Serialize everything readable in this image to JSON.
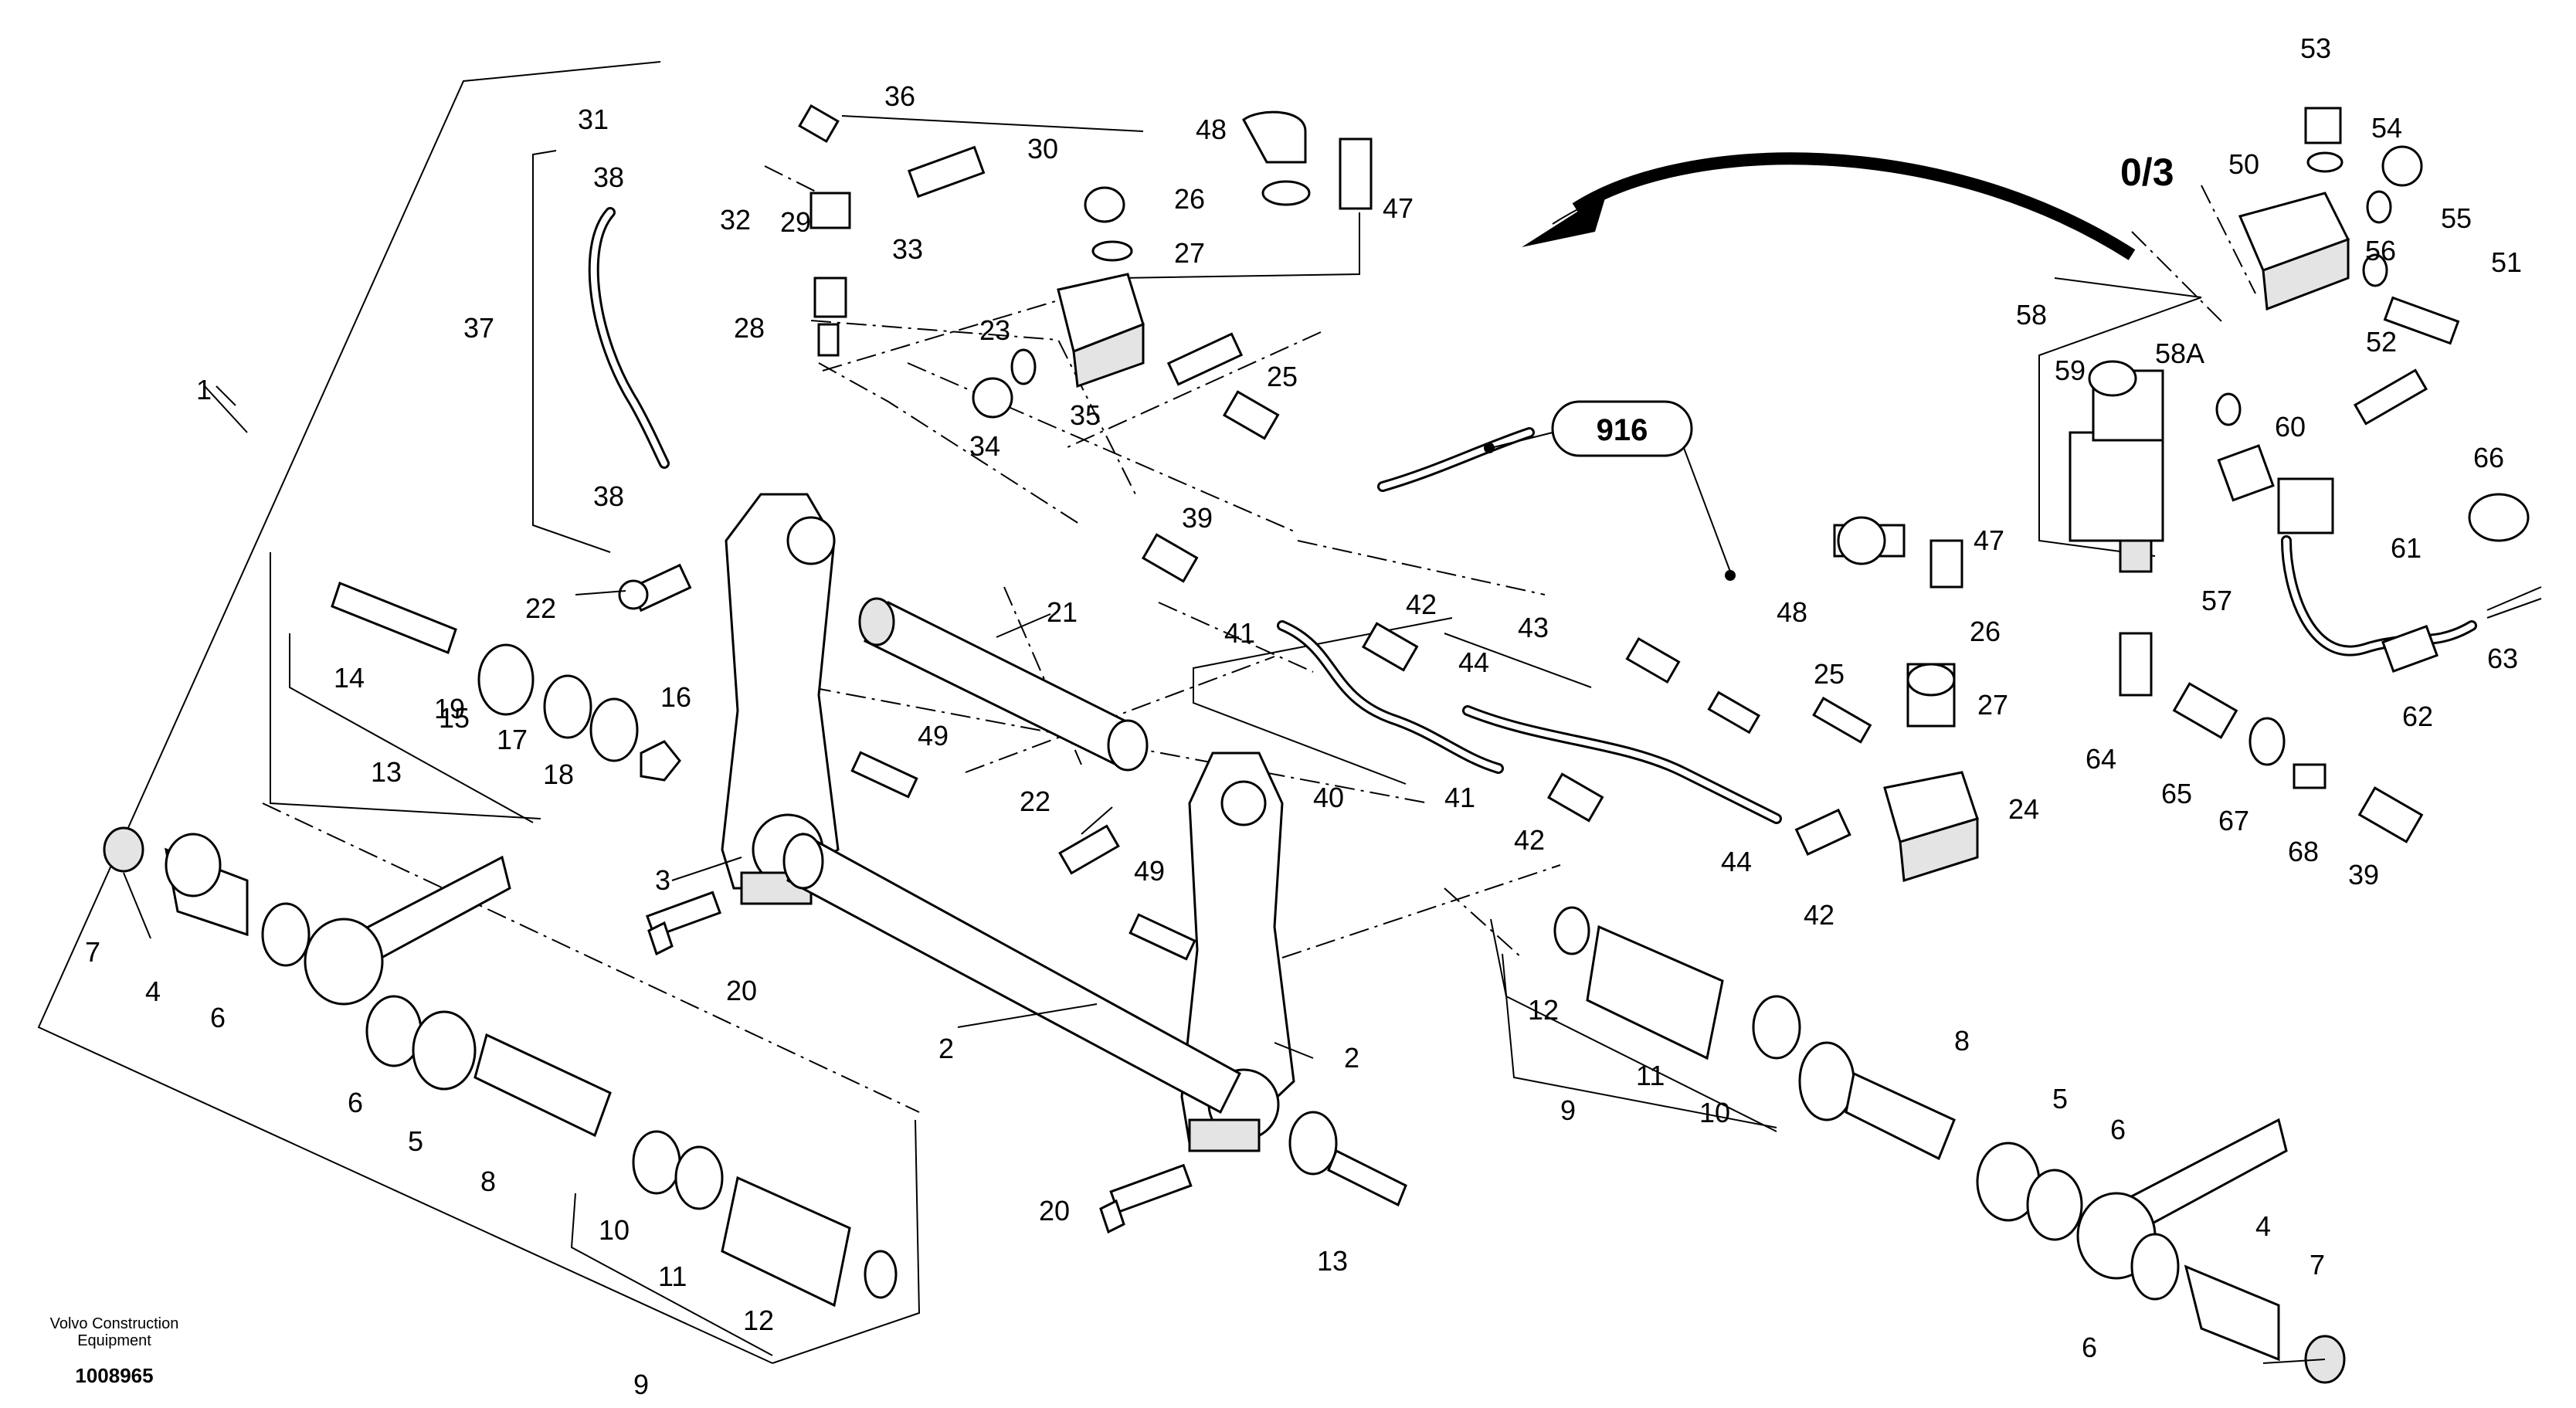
{
  "variant_label": "0/3",
  "reference_callout": "916",
  "brand_line1": "Volvo Construction",
  "brand_line2": "Equipment",
  "document_number": "1008965",
  "callouts": [
    "1",
    "2",
    "2",
    "3",
    "4",
    "4",
    "5",
    "5",
    "6",
    "6",
    "6",
    "6",
    "7",
    "7",
    "8",
    "8",
    "9",
    "9",
    "10",
    "10",
    "11",
    "11",
    "12",
    "12",
    "13",
    "13",
    "14",
    "15",
    "16",
    "17",
    "18",
    "19",
    "20",
    "20",
    "21",
    "22",
    "22",
    "23",
    "24",
    "25",
    "25",
    "26",
    "26",
    "27",
    "27",
    "28",
    "29",
    "30",
    "31",
    "32",
    "33",
    "34",
    "35",
    "36",
    "37",
    "38",
    "38",
    "39",
    "39",
    "40",
    "41",
    "41",
    "42",
    "42",
    "42",
    "43",
    "44",
    "44",
    "47",
    "47",
    "48",
    "48",
    "49",
    "49",
    "50",
    "51",
    "52",
    "53",
    "54",
    "55",
    "56",
    "57",
    "58",
    "58A",
    "59",
    "60",
    "61",
    "62",
    "63",
    "64",
    "65",
    "66",
    "67",
    "68"
  ]
}
